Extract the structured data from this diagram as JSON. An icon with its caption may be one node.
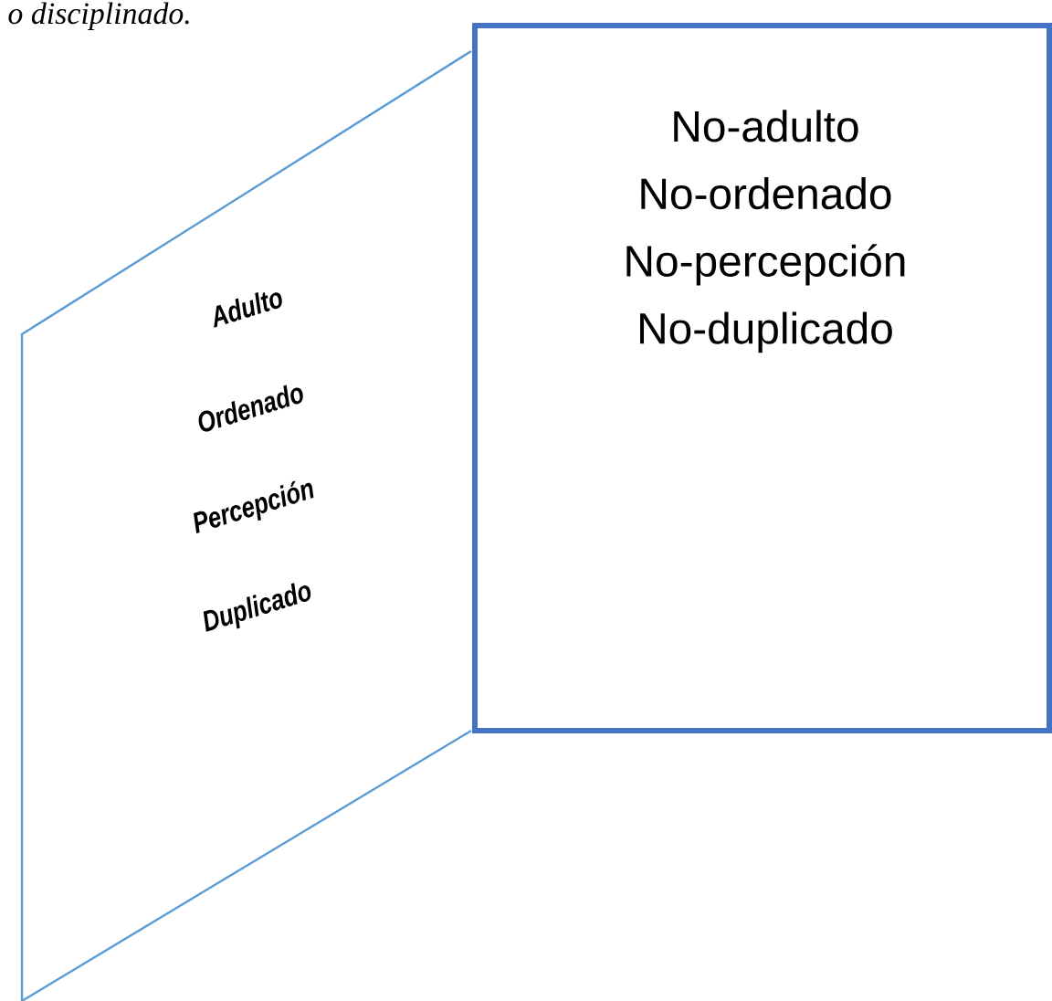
{
  "diagram": {
    "nodes": [
      {
        "text": [
          "Adulto",
          "Ordenado",
          "Percepción",
          "Duplicado"
        ]
      },
      {
        "text": [
          "No-adulto",
          "No-ordenado",
          "No-percepción",
          "No-duplicado"
        ]
      }
    ],
    "labels": [
      "o disciplinado."
    ]
  }
}
